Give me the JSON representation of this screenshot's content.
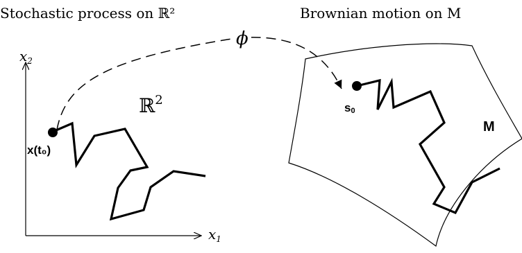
{
  "titles": {
    "left": "Stochastic process on ℝ²",
    "right": "Brownian motion on M"
  },
  "map_label": "ϕ",
  "left_panel": {
    "y_axis_label": "x",
    "y_axis_sub": "2",
    "x_axis_label": "x",
    "x_axis_sub": "1",
    "space_label": "ℝ",
    "space_sup": "2",
    "start_label": "x(t₀)"
  },
  "right_panel": {
    "start_label": "s",
    "start_sub": "0",
    "manifold_label": "M"
  }
}
